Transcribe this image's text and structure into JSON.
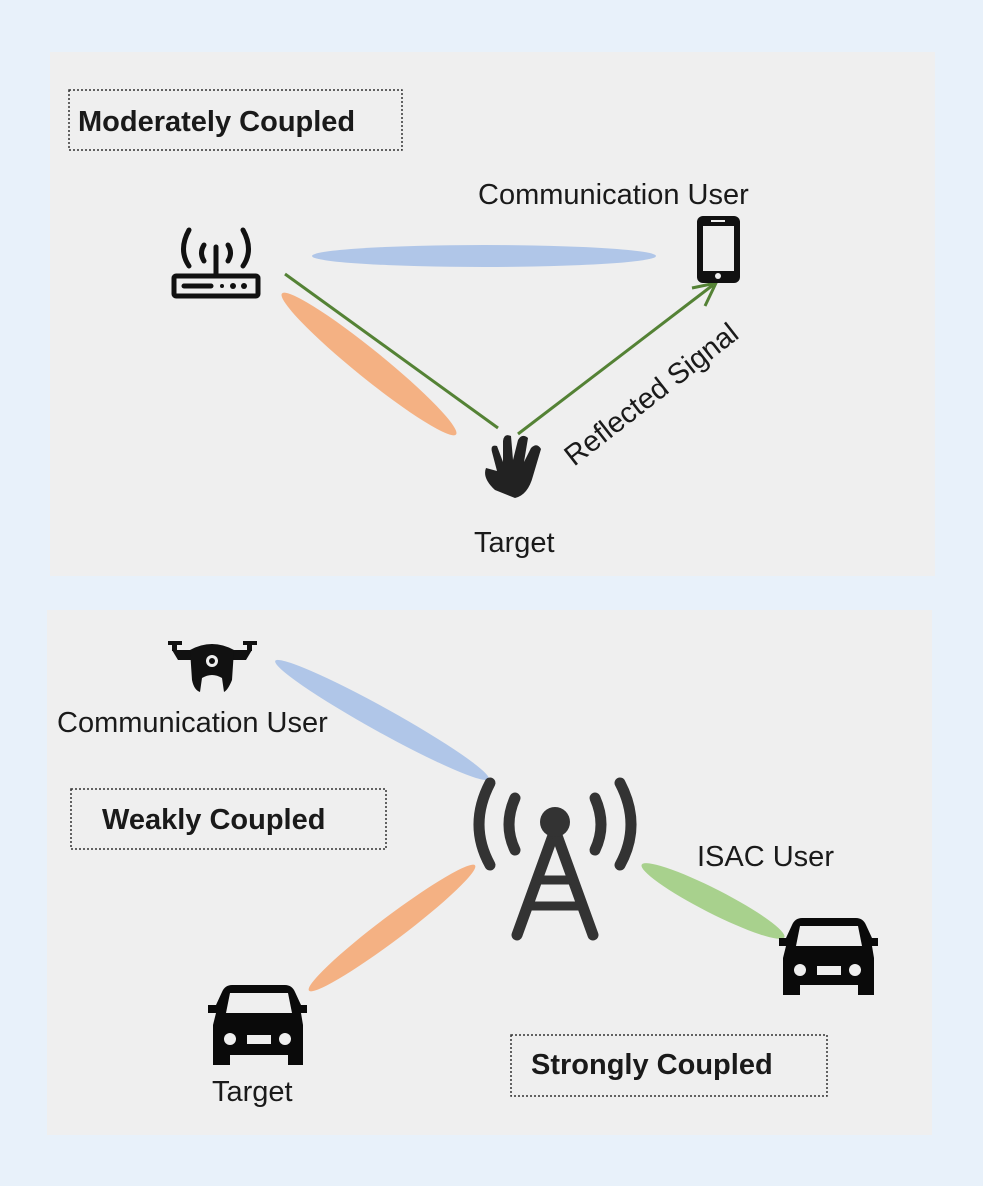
{
  "top_panel": {
    "mode_label": "Moderately Coupled",
    "communication_user_label": "Communication User",
    "target_label": "Target",
    "reflected_signal_label": "Reflected Signal",
    "icons": [
      "router-icon",
      "smartphone-icon",
      "hand-icon"
    ]
  },
  "bottom_panel": {
    "communication_user_label": "Communication User",
    "weak_label": "Weakly Coupled",
    "isac_user_label": "ISAC User",
    "strong_label": "Strongly Coupled",
    "target_label": "Target",
    "icons": [
      "drone-icon",
      "cell-tower-icon",
      "car-icon",
      "car-icon"
    ]
  },
  "colors": {
    "background": "#e8f1fa",
    "panel": "#efefef",
    "communication_beam": "#b0c6e8",
    "sensing_beam": "#f4b183",
    "isac_beam": "#a8d18d",
    "signal_arrow": "#548235",
    "icon": "#111111"
  }
}
